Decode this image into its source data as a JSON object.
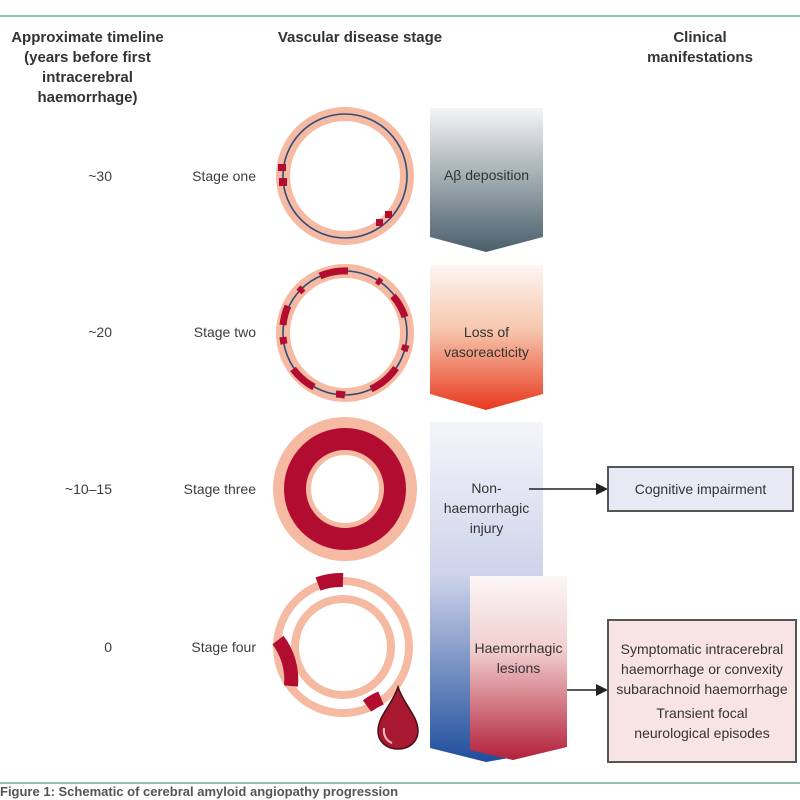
{
  "headers": {
    "timeline": "Approximate timeline (years before first intracerebral haemorrhage)",
    "timeline_lines": [
      "Approximate timeline",
      "(years before first",
      "intracerebral",
      "haemorrhage)"
    ],
    "stage": "Vascular disease stage",
    "clinical_lines": [
      "Clinical",
      "manifestations"
    ]
  },
  "rows": [
    {
      "years": "~30",
      "stage": "Stage one"
    },
    {
      "years": "~20",
      "stage": "Stage two"
    },
    {
      "years": "~10–15",
      "stage": "Stage three"
    },
    {
      "years": "0",
      "stage": "Stage four"
    }
  ],
  "processes": [
    {
      "lines": [
        "Aβ deposition"
      ],
      "colors": [
        "#f4f5f6",
        "#4a5f6b"
      ]
    },
    {
      "lines": [
        "Loss of",
        "vasoreacticity"
      ],
      "colors": [
        "#fdf3ee",
        "#e8391e"
      ]
    },
    {
      "lines": [
        "Non-",
        "haemorrhagic",
        "injury"
      ],
      "colors": [
        "#f3f4fb",
        "#1f4e9c"
      ]
    },
    {
      "lines": [
        "Haemorrhagic",
        "lesions"
      ],
      "colors": [
        "#fbf3f3",
        "#b2203a"
      ]
    }
  ],
  "clinical": {
    "cognitive": "Cognitive impairment",
    "haemorrhage_lines": [
      "Symptomatic intracerebral",
      "haemorrhage or convexity",
      "subarachnoid haemorrhage"
    ],
    "transient_lines": [
      "Transient focal",
      "neurological episodes"
    ]
  },
  "caption_partial": "Figure 1: Schematic of cerebral amyloid angiopathy progression",
  "colors": {
    "vessel_wall": "#f6b9a1",
    "amyloid": "#b20d30",
    "membrane": "#2f4d7a",
    "rule": "#8fc2b5",
    "cognitive_box_fill": "#e8e9f4",
    "haemorrhage_box_fill": "#f8e4e3"
  }
}
